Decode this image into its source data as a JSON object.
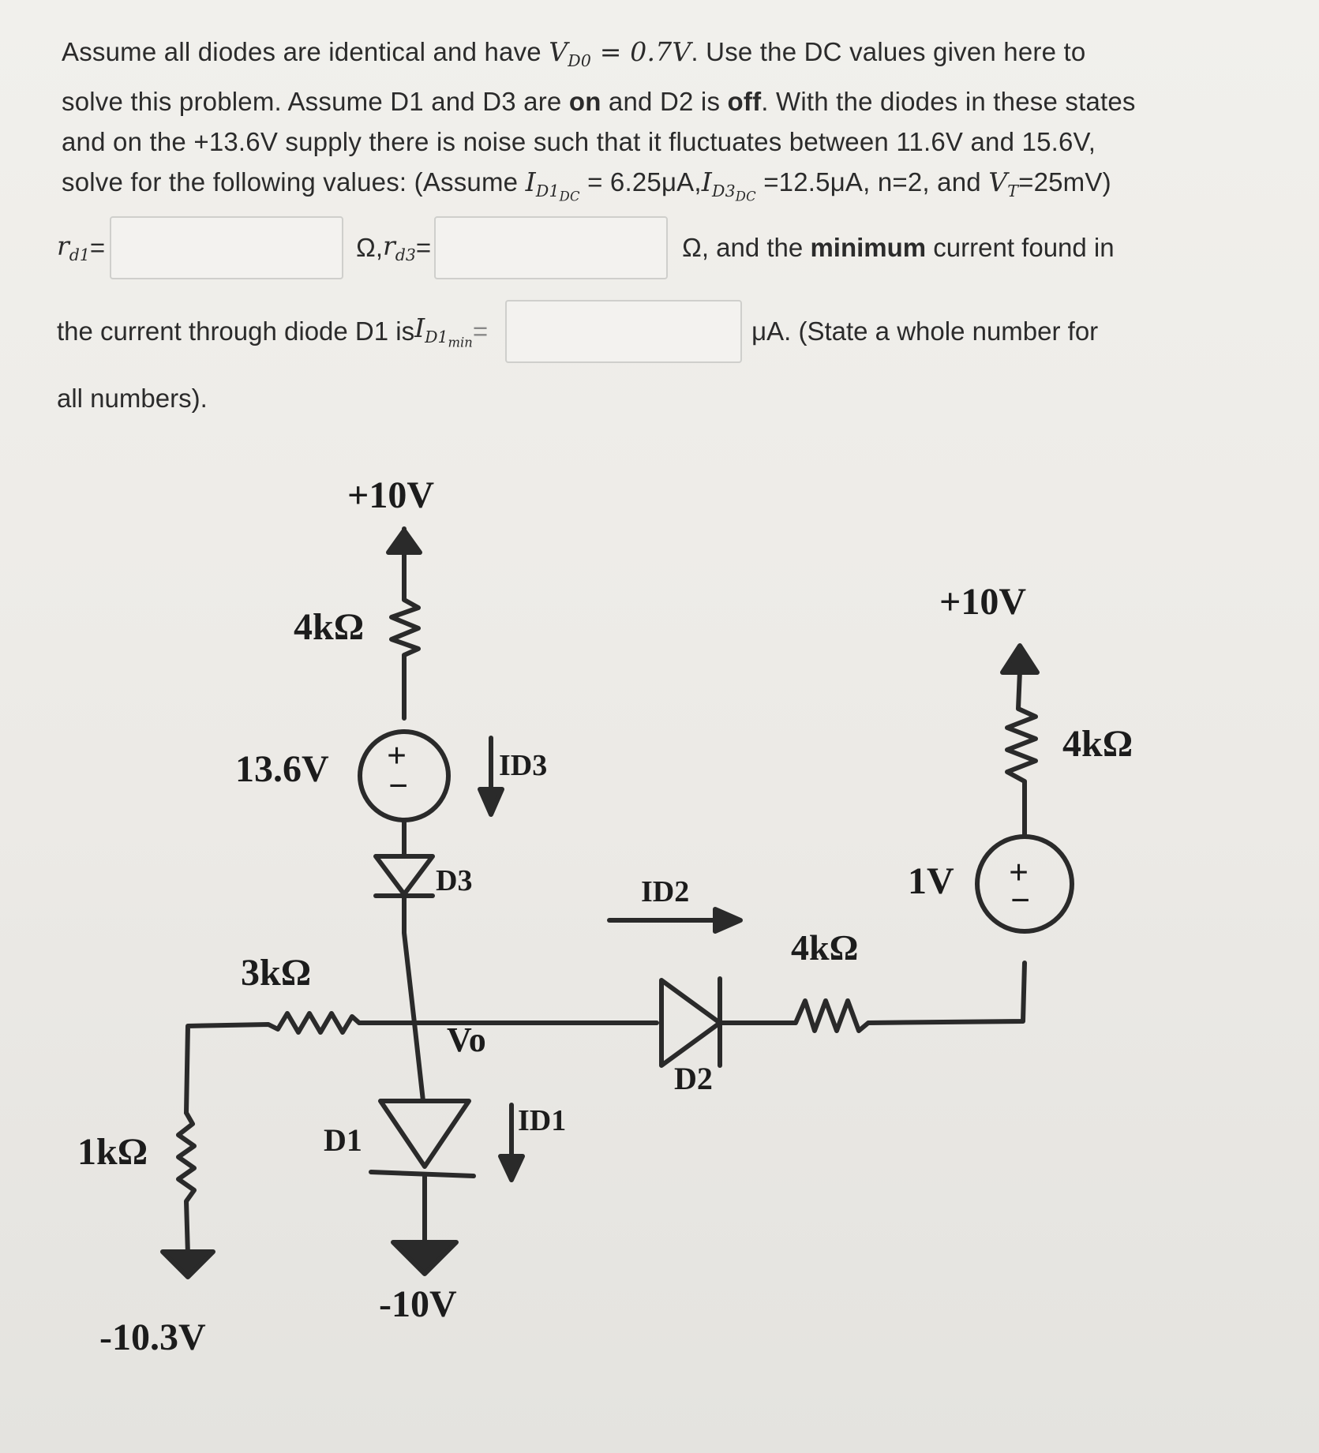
{
  "problem": {
    "line1_a": "Assume all diodes are identical and have ",
    "vd0_sym": "V",
    "vd0_sub": "D0",
    "vd0_eq": " = 0.7V",
    "line1_b": ". Use the DC values given here to",
    "line2_a": "solve this problem. Assume D1  and D3 are ",
    "line2_on": "on",
    "line2_b": " and D2 is ",
    "line2_off": "off",
    "line2_c": ". With the diodes in these states",
    "line3": "and on the +13.6V supply there is noise such that it fluctuates between 11.6V and 15.6V,",
    "line4_a": "solve for the following values: (Assume ",
    "id1_sym": "I",
    "id1_sub": "D1",
    "id1_subsub": "DC",
    "id1_val": " = 6.25μA,",
    "id3_sym": "I",
    "id3_sub": "D3",
    "id3_subsub": "DC",
    "id3_val": " =12.5μA, n=2, and ",
    "vt_sym": "V",
    "vt_sub": "T",
    "vt_val": "=25mV)"
  },
  "answers": {
    "rd1_sym": "r",
    "rd1_sub": "d1",
    "eq": "=",
    "ohm_comma": "Ω,",
    "rd3_sym": "r",
    "rd3_sub": "d3",
    "ohm_tail": "Ω, and the ",
    "minimum": "minimum",
    "tail1": " current found in",
    "line2_a": "the current through diode D1 is",
    "idmin_sym": "I",
    "idmin_sub": "D1",
    "idmin_subsub": "min",
    "idmin_eq": " =",
    "unit_tail": "μA. (State a whole number for",
    "line3": "all numbers)."
  },
  "circuit": {
    "top_supply": "+10V",
    "r_top": "4kΩ",
    "source": "13.6V",
    "source_plus": "+",
    "source_minus": "−",
    "id3": "ID3",
    "d3": "D3",
    "r_mid": "3kΩ",
    "vo": "Vo",
    "r_left": "1kΩ",
    "left_supply": "-10.3V",
    "d1": "D1",
    "id1": "ID1",
    "bottom_supply": "-10V",
    "id2": "ID2",
    "d2": "D2",
    "r_right_h": "4kΩ",
    "source_right": "1V",
    "source_right_plus": "+",
    "source_right_minus": "−",
    "r_right_v": "4kΩ",
    "right_supply": "+10V"
  }
}
